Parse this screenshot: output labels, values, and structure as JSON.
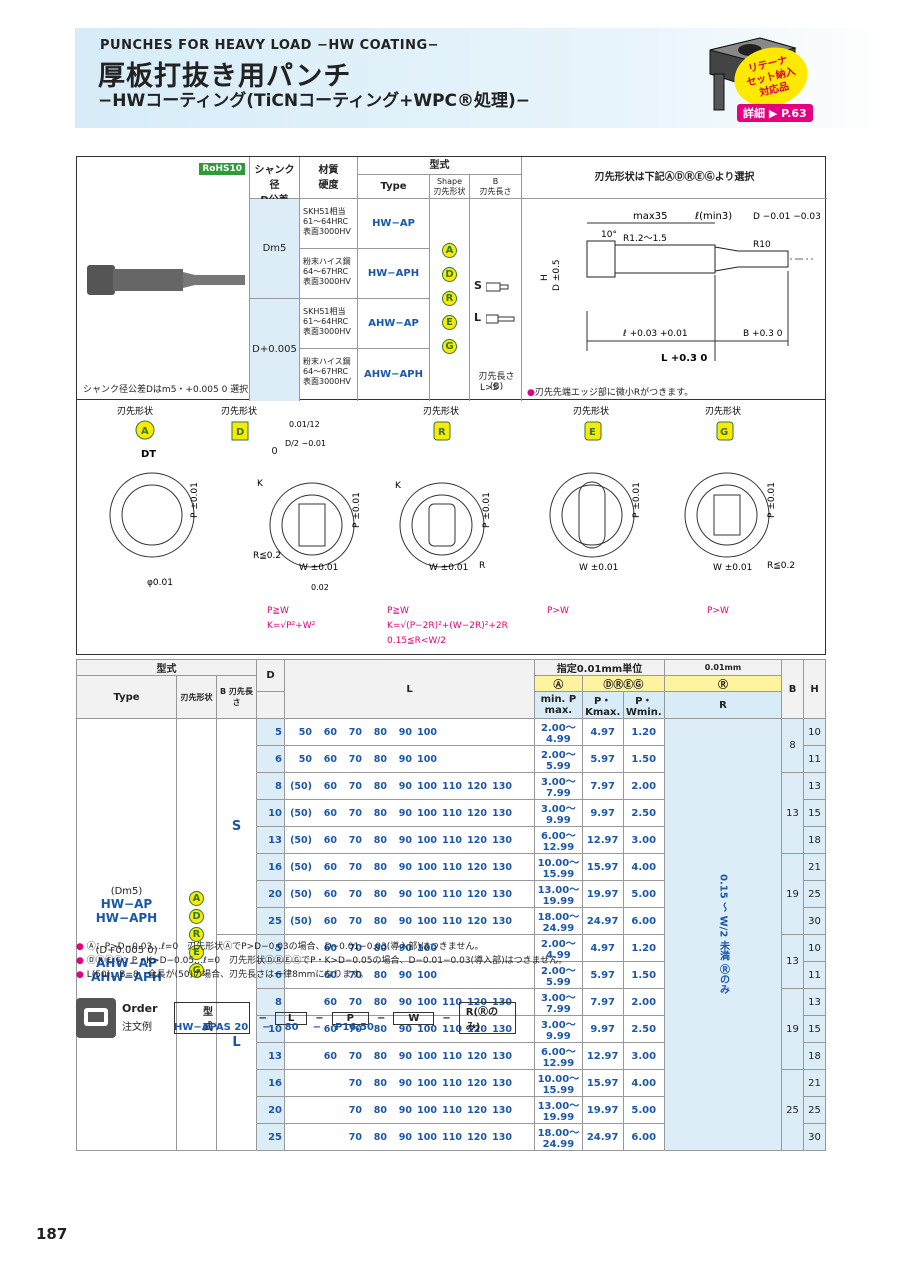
{
  "header": {
    "en_title": "PUNCHES FOR HEAVY LOAD −HW COATING−",
    "jp_title": "厚板打抜き用パンチ",
    "jp_subtitle": "−HWコーティング(TiCNコーティング+WPC®処理)−",
    "badge": "リテーナ\nセット納入\n対応品",
    "detail_label": "詳細",
    "detail_page": "P.63"
  },
  "spec": {
    "rohs": "RoHS10",
    "col_shank": "シャンク径",
    "col_shank_tol": "D公差",
    "col_material": "材質",
    "col_hardness": "硬度",
    "col_kata": "型式",
    "col_type": "Type",
    "col_shape": "Shape",
    "col_shape_jp": "刃先形状",
    "col_b": "B",
    "col_b_jp": "刃先長さ",
    "col_select": "刃先形状は下記ⒶⒹⓇⒺⒼより選択",
    "dm5": "Dm5",
    "dplus": "D+0.005 0",
    "mat1": "SKH51相当\n61〜64HRC\n表面3000HV",
    "mat2": "粉末ハイス鋼\n64〜67HRC\n表面3000HV",
    "types": [
      "HW−AP",
      "HW−APH",
      "AHW−AP",
      "AHW−APH"
    ],
    "shapes": [
      "A",
      "D",
      "R",
      "E",
      "G"
    ],
    "b_s": "S",
    "b_l": "L",
    "b_note1": "刃先長さ(B)",
    "b_note2": "L>S",
    "shank_note": "シャンク径公差Dはm5・+0.005 0 選択",
    "edge_note": "刃先先端エッジ部に微小Rがつきます。"
  },
  "drawing": {
    "max35": "max35",
    "lmin3": "ℓ(min3)",
    "d_tol": "D −0.01 −0.03",
    "deg10": "10°",
    "r12": "R1.2〜1.5",
    "r10": "R10",
    "h": "H",
    "d05": "D ±0.5",
    "ell": "ℓ +0.03 +0.01",
    "dt": "DT",
    "l": "L +0.3 0",
    "b": "B +0.3 0"
  },
  "shapes_section": {
    "label": "刃先形状",
    "items": [
      "A",
      "D",
      "R",
      "E",
      "G"
    ],
    "notes_d": [
      "P≧W",
      "K=√P²+W²"
    ],
    "notes_r": [
      "P≧W",
      "K=√(P−2R)²+(W−2R)²+2R",
      "0.15≦R<W/2"
    ],
    "notes_e": [
      "P>W"
    ],
    "notes_g": [
      "P>W"
    ],
    "r02": "R≦0.2",
    "w": "W ±0.01",
    "p": "P ±0.01",
    "tol001": "0.01/12",
    "tol002": "0.02",
    "phi001": "φ0.01",
    "dt": "DT",
    "k": "K",
    "r": "R",
    "dim_d2": "D/2 −0.01"
  },
  "table": {
    "h_kata": "型式",
    "h_type": "Type",
    "h_shape": "刃先形状",
    "h_b": "B 刃先長さ",
    "h_d": "D",
    "h_l": "L",
    "h_unit": "指定0.01mm単位",
    "h_unit2": "0.01mm",
    "h_a": "Ⓐ",
    "h_dreg": "ⒹⓇⒺⒼ",
    "h_r": "Ⓡ",
    "h_minp": "min. P max.",
    "h_pk": "P・Kmax.",
    "h_pw": "P・Wmin.",
    "h_rr": "R",
    "h_bb": "B",
    "h_hh": "H",
    "type_labels": [
      "(Dm5)",
      "HW−AP",
      "HW−APH",
      "(D+0.005 0)",
      "AHW−AP",
      "AHW−APH"
    ],
    "r_range": "0.15 〜 W/2 未満 Ⓡのみ",
    "rows": [
      {
        "b": "S",
        "d": "5",
        "l": [
          "50",
          "60",
          "70",
          "80",
          "90",
          "100",
          "",
          "",
          ""
        ],
        "p": "2.00〜 4.99",
        "pk": "4.97",
        "pw": "1.20",
        "bb": "8",
        "h": "10"
      },
      {
        "b": "S",
        "d": "6",
        "l": [
          "50",
          "60",
          "70",
          "80",
          "90",
          "100",
          "",
          "",
          ""
        ],
        "p": "2.00〜 5.99",
        "pk": "5.97",
        "pw": "1.50",
        "bb": "",
        "h": "11"
      },
      {
        "b": "S",
        "d": "8",
        "l": [
          "(50)",
          "60",
          "70",
          "80",
          "90",
          "100",
          "110",
          "120",
          "130"
        ],
        "p": "3.00〜 7.99",
        "pk": "7.97",
        "pw": "2.00",
        "bb": "13",
        "h": "13"
      },
      {
        "b": "S",
        "d": "10",
        "l": [
          "(50)",
          "60",
          "70",
          "80",
          "90",
          "100",
          "110",
          "120",
          "130"
        ],
        "p": "3.00〜 9.99",
        "pk": "9.97",
        "pw": "2.50",
        "bb": "",
        "h": "15"
      },
      {
        "b": "S",
        "d": "13",
        "l": [
          "(50)",
          "60",
          "70",
          "80",
          "90",
          "100",
          "110",
          "120",
          "130"
        ],
        "p": "6.00〜12.99",
        "pk": "12.97",
        "pw": "3.00",
        "bb": "",
        "h": "18"
      },
      {
        "b": "S",
        "d": "16",
        "l": [
          "(50)",
          "60",
          "70",
          "80",
          "90",
          "100",
          "110",
          "120",
          "130"
        ],
        "p": "10.00〜15.99",
        "pk": "15.97",
        "pw": "4.00",
        "bb": "19",
        "h": "21"
      },
      {
        "b": "S",
        "d": "20",
        "l": [
          "(50)",
          "60",
          "70",
          "80",
          "90",
          "100",
          "110",
          "120",
          "130"
        ],
        "p": "13.00〜19.99",
        "pk": "19.97",
        "pw": "5.00",
        "bb": "",
        "h": "25"
      },
      {
        "b": "S",
        "d": "25",
        "l": [
          "(50)",
          "60",
          "70",
          "80",
          "90",
          "100",
          "110",
          "120",
          "130"
        ],
        "p": "18.00〜24.99",
        "pk": "24.97",
        "pw": "6.00",
        "bb": "",
        "h": "30"
      },
      {
        "b": "L",
        "d": "5",
        "l": [
          "",
          "60",
          "70",
          "80",
          "90",
          "100",
          "",
          "",
          ""
        ],
        "p": "2.00〜 4.99",
        "pk": "4.97",
        "pw": "1.20",
        "bb": "13",
        "h": "10"
      },
      {
        "b": "L",
        "d": "6",
        "l": [
          "",
          "60",
          "70",
          "80",
          "90",
          "100",
          "",
          "",
          ""
        ],
        "p": "2.00〜 5.99",
        "pk": "5.97",
        "pw": "1.50",
        "bb": "",
        "h": "11"
      },
      {
        "b": "L",
        "d": "8",
        "l": [
          "",
          "60",
          "70",
          "80",
          "90",
          "100",
          "110",
          "120",
          "130"
        ],
        "p": "3.00〜 7.99",
        "pk": "7.97",
        "pw": "2.00",
        "bb": "19",
        "h": "13"
      },
      {
        "b": "L",
        "d": "10",
        "l": [
          "",
          "60",
          "70",
          "80",
          "90",
          "100",
          "110",
          "120",
          "130"
        ],
        "p": "3.00〜 9.99",
        "pk": "9.97",
        "pw": "2.50",
        "bb": "",
        "h": "15"
      },
      {
        "b": "L",
        "d": "13",
        "l": [
          "",
          "60",
          "70",
          "80",
          "90",
          "100",
          "110",
          "120",
          "130"
        ],
        "p": "6.00〜12.99",
        "pk": "12.97",
        "pw": "3.00",
        "bb": "",
        "h": "18"
      },
      {
        "b": "L",
        "d": "16",
        "l": [
          "",
          "",
          "70",
          "80",
          "90",
          "100",
          "110",
          "120",
          "130"
        ],
        "p": "10.00〜15.99",
        "pk": "15.97",
        "pw": "4.00",
        "bb": "25",
        "h": "21"
      },
      {
        "b": "L",
        "d": "20",
        "l": [
          "",
          "",
          "70",
          "80",
          "90",
          "100",
          "110",
          "120",
          "130"
        ],
        "p": "13.00〜19.99",
        "pk": "19.97",
        "pw": "5.00",
        "bb": "",
        "h": "25"
      },
      {
        "b": "L",
        "d": "25",
        "l": [
          "",
          "",
          "70",
          "80",
          "90",
          "100",
          "110",
          "120",
          "130"
        ],
        "p": "18.00〜24.99",
        "pk": "24.97",
        "pw": "6.00",
        "bb": "",
        "h": "30"
      }
    ]
  },
  "notes": [
    "Ⓐ：P>D−0.03…ℓ=0　刃先形状ⒶでP>D−0.03の場合、D−0.01−0.03(導入部)はつきません。",
    "ⒹⓇⒺⒼ：P・K>D−0.05…ℓ=0　刃先形状ⒹⓇⒺⒼでP・K>D−0.05の場合、D−0.01−0.03(導入部)はつきません。",
    "L(50)…B=8　全長が(50)の場合、刃先長さは一律8mmになります。"
  ],
  "order": {
    "label_en": "Order",
    "label_jp": "注文例",
    "fields": [
      "型式",
      "L",
      "P",
      "W",
      "R(Ⓡのみ)"
    ],
    "example": [
      "HW−APAS 20",
      "80",
      "P16.50"
    ]
  },
  "page_number": "187"
}
